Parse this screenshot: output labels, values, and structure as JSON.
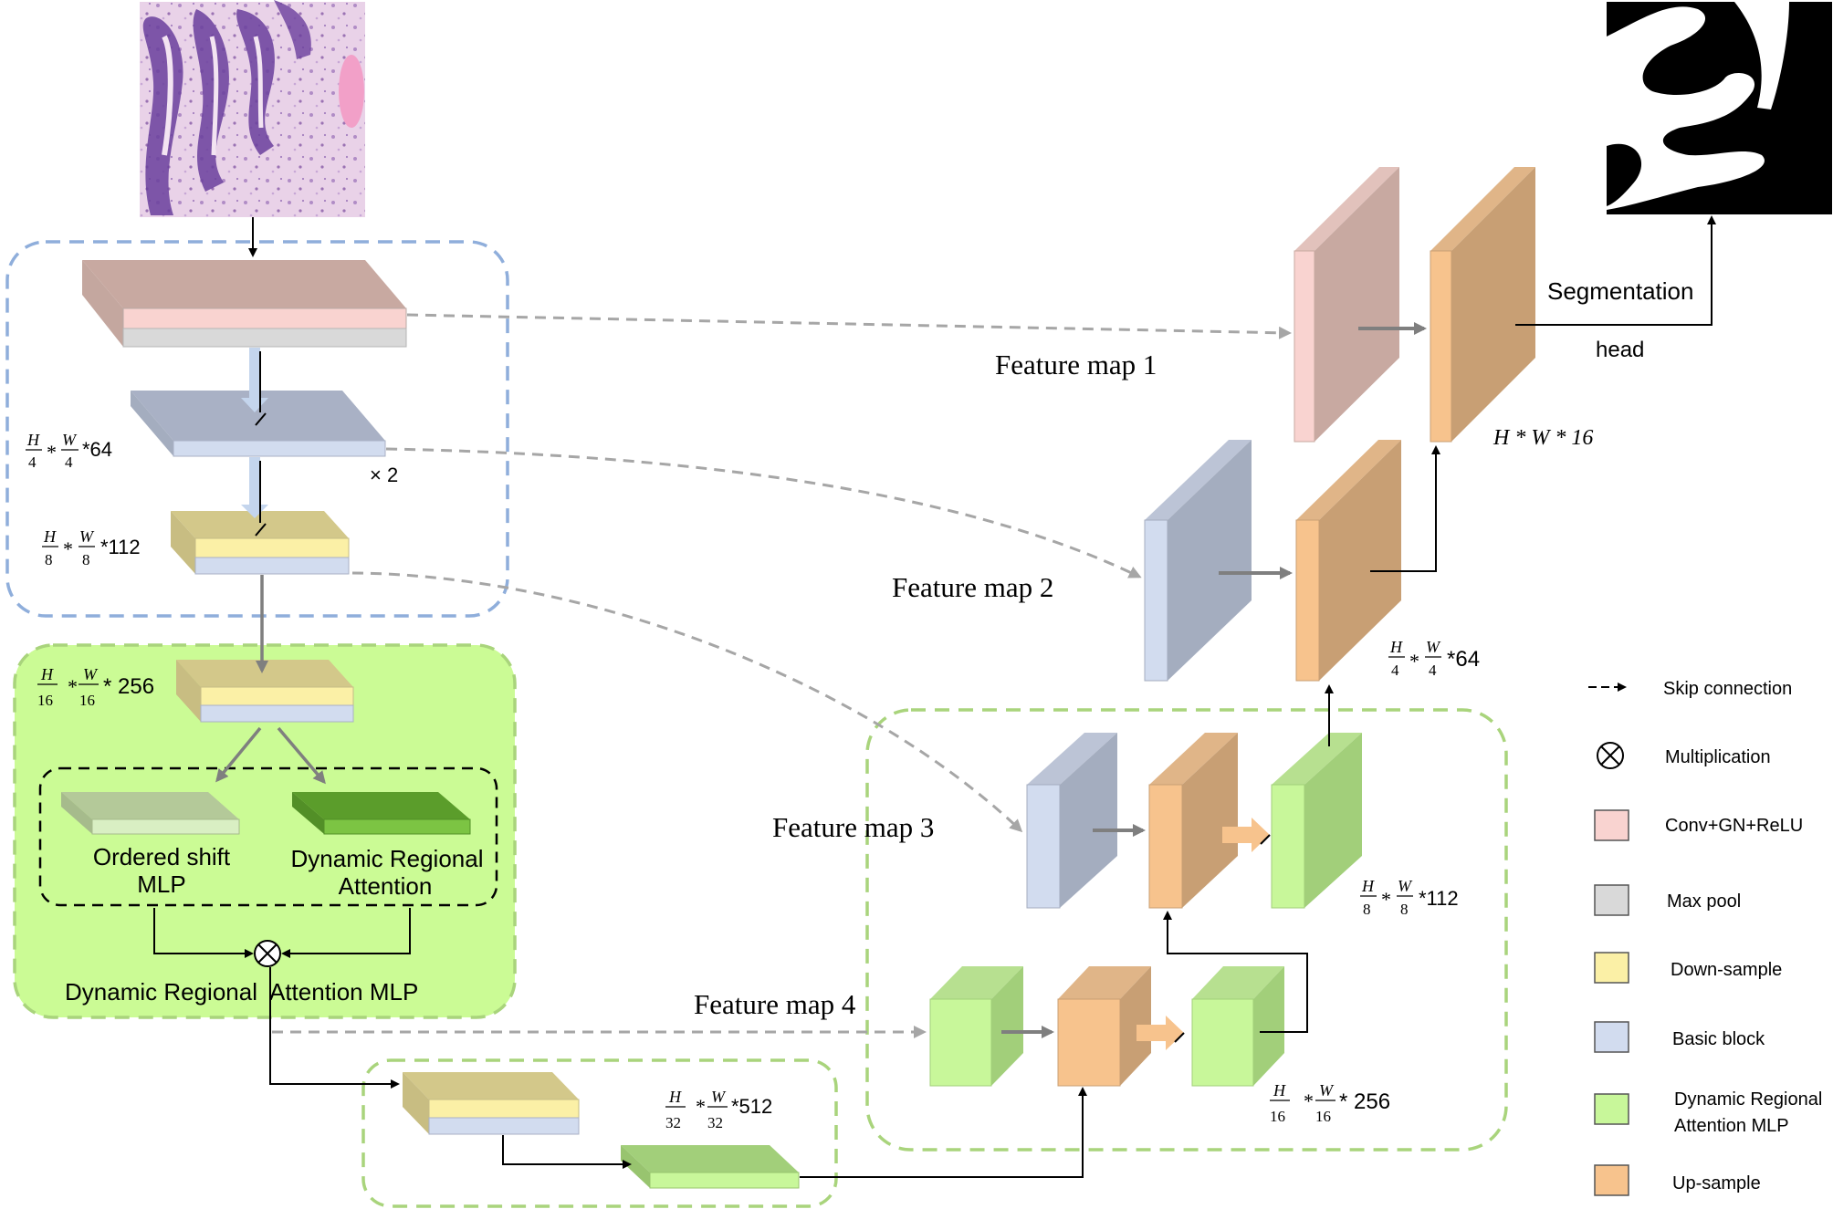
{
  "colors": {
    "conv_front": "#f9d3d0",
    "conv_top": "#c8a9a1",
    "conv_side": "#c4a79f",
    "maxpool_front": "#d9d9d9",
    "down_front": "#fbf0a6",
    "down_top": "#d3c88a",
    "basic_front": "#d2dcef",
    "basic_top": "#a9b1c5",
    "basic_side": "#a4adbf",
    "dram_front": "#c8f79a",
    "dram_side": "#a2cf7a",
    "dram_top": "#b7e090",
    "up_front": "#f7c38d",
    "up_side": "#c89f74",
    "up_top": "#d4aa80",
    "green_panel": "#cbfb95",
    "green_dash": "#a9d47c",
    "blue_dash": "#8faedb",
    "skip_gray": "#a6a6a6",
    "arrow_gray": "#7f7f7f"
  },
  "encoder": {
    "dim_stage1": {
      "h": "H",
      "w": "W",
      "hd": "4",
      "wd": "4",
      "c": "*64"
    },
    "times_two": "× 2",
    "dim_stage2": {
      "h": "H",
      "w": "W",
      "hd": "8",
      "wd": "8",
      "c": "*112"
    },
    "dim_stage3": {
      "h": "H",
      "w": "W",
      "hd": "16",
      "wd": "16",
      "c": "* 256"
    },
    "dim_stage4": {
      "h": "H",
      "w": "W",
      "hd": "32",
      "wd": "32",
      "c": "*512"
    }
  },
  "dram_block": {
    "ordered_shift_line1": "Ordered shift",
    "ordered_shift_line2": "MLP",
    "dynamic_attention_line1": "Dynamic Regional",
    "dynamic_attention_line2": "Attention",
    "caption": "Dynamic Regional  Attention MLP"
  },
  "decoder": {
    "feature_map_1": "Feature map 1",
    "feature_map_2": "Feature map 2",
    "feature_map_3": "Feature map 3",
    "feature_map_4": "Feature map 4",
    "segmentation": "Segmentation",
    "head": "head",
    "output_dim": "H * W * 16",
    "dim_fm2": {
      "h": "H",
      "w": "W",
      "hd": "4",
      "wd": "4",
      "c": "*64"
    },
    "dim_fm3": {
      "h": "H",
      "w": "W",
      "hd": "8",
      "wd": "8",
      "c": "*112"
    },
    "dim_fm4": {
      "h": "H",
      "w": "W",
      "hd": "16",
      "wd": "16",
      "c": "* 256"
    }
  },
  "legend": [
    {
      "label": "Skip connection",
      "icon": "dashed-arrow-icon"
    },
    {
      "label": "Multiplication",
      "icon": "multiplication-icon"
    },
    {
      "label": "Conv+GN+ReLU",
      "swatch": "#f9d3d0"
    },
    {
      "label": "Max pool",
      "swatch": "#d9d9d9"
    },
    {
      "label": "Down-sample",
      "swatch": "#fbf0a6"
    },
    {
      "label": "Basic block",
      "swatch": "#d2dcef"
    },
    {
      "label": "Dynamic Regional",
      "label2": "Attention MLP",
      "swatch": "#c8f79a"
    },
    {
      "label": "Up-sample",
      "swatch": "#f7c38d"
    }
  ]
}
